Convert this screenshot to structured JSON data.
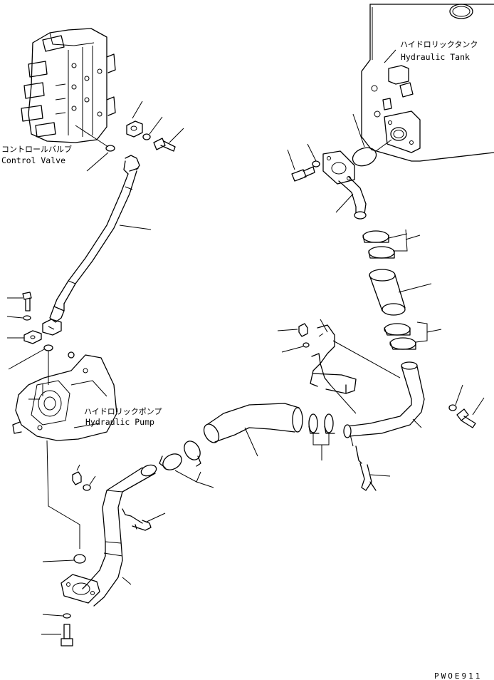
{
  "labels": {
    "control_valve_jp": "コントロールバルブ",
    "control_valve_en": "Control Valve",
    "hydraulic_tank_jp": "ハイドロリックタンク",
    "hydraulic_tank_en": "Hydraulic Tank",
    "hydraulic_pump_jp": "ハイドロリックポンプ",
    "hydraulic_pump_en": "Hydraulic Pump",
    "drawing_code": "PWOE911"
  },
  "colors": {
    "ink": "#000000",
    "paper": "#ffffff"
  }
}
